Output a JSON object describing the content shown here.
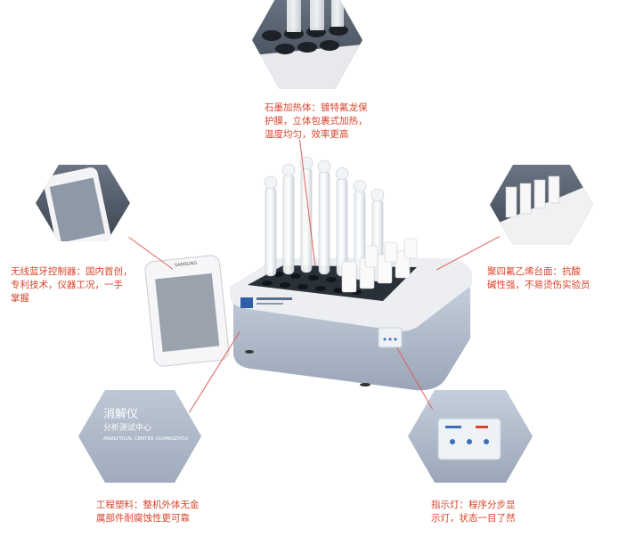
{
  "callouts": {
    "heater": [
      "石墨加热体：镀特氟龙保",
      "护膜，立体包裹式加热，",
      "温度均匀，效率更高"
    ],
    "bluetooth": [
      "无线蓝牙控制器：国内首创，",
      "专利技术，仪器工况，一手",
      "掌握"
    ],
    "ptfe": [
      "聚四氟乙烯台面：抗酸",
      "碱性强，不易烫伤实验员"
    ],
    "plastic": [
      "工程塑料：整机外体无金",
      "属部件耐腐蚀性更可靠"
    ],
    "indicator": [
      "指示灯：程序分步显",
      "示灯，状态一目了然"
    ]
  },
  "product": {
    "panel_text_cn": "消解仪",
    "panel_text_sub": "分析测试中心",
    "panel_text_en": "ANALYTICAL CENTER GUANGZHOU",
    "tablet_brand": "SAMSUNG"
  },
  "colors": {
    "accent": "#d9442c",
    "hex_bg": "#55606e",
    "body": "#b7c2d2",
    "top": "#ececef"
  }
}
